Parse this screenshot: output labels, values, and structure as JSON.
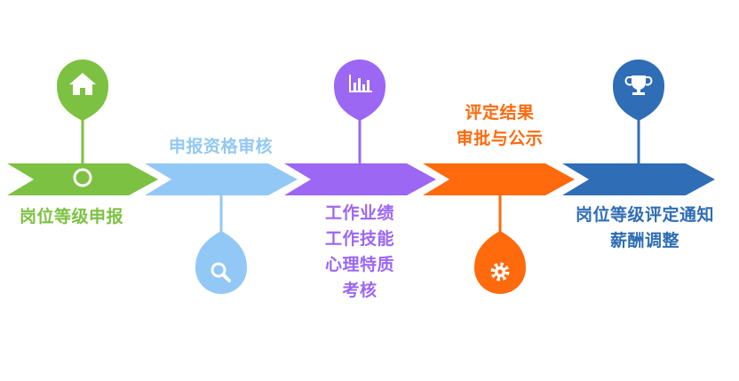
{
  "steps": [
    {
      "id": "step1",
      "label_lines": [
        "岗位等级申报"
      ],
      "color": "#7dc142",
      "icon": "home-icon",
      "pin_position": "top"
    },
    {
      "id": "step2",
      "label_lines": [
        "申报资格审核"
      ],
      "color": "#92c8f5",
      "icon": "search-icon",
      "pin_position": "bottom"
    },
    {
      "id": "step3",
      "label_lines": [
        "工作业绩",
        "工作技能",
        "心理特质",
        "考核"
      ],
      "color": "#9b67f3",
      "icon": "chart-icon",
      "pin_position": "top"
    },
    {
      "id": "step4",
      "label_lines": [
        "评定结果",
        "审批与公示"
      ],
      "color": "#fe6a0c",
      "icon": "gear-icon",
      "pin_position": "bottom"
    },
    {
      "id": "step5",
      "label_lines": [
        "岗位等级评定通知",
        "薪酬调整"
      ],
      "color": "#2f6db6",
      "icon": "trophy-icon",
      "pin_position": "top"
    }
  ]
}
